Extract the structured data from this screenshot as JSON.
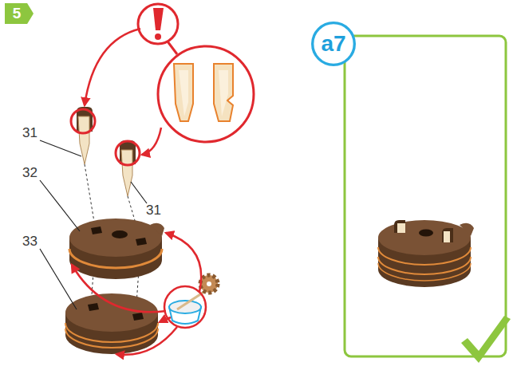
{
  "diagram": {
    "nodes": [
      {
        "text": [
          "5"
        ]
      },
      {
        "text": [
          "a7"
        ]
      }
    ],
    "labels": [
      "31",
      "32",
      "33",
      "31"
    ]
  }
}
